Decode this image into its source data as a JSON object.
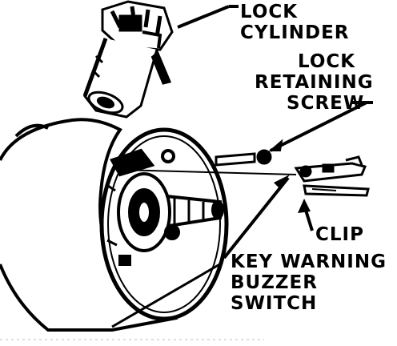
{
  "diagram": {
    "labels": {
      "lock_cylinder_line1": "LOCK",
      "lock_cylinder_line2": "CYLINDER",
      "retaining_screw_line1": "LOCK",
      "retaining_screw_line2": "RETAINING",
      "retaining_screw_line3": "SCREW",
      "clip": "CLIP",
      "buzzer_line1": "KEY WARNING",
      "buzzer_line2": "BUZZER",
      "buzzer_line3": "SWITCH"
    }
  }
}
